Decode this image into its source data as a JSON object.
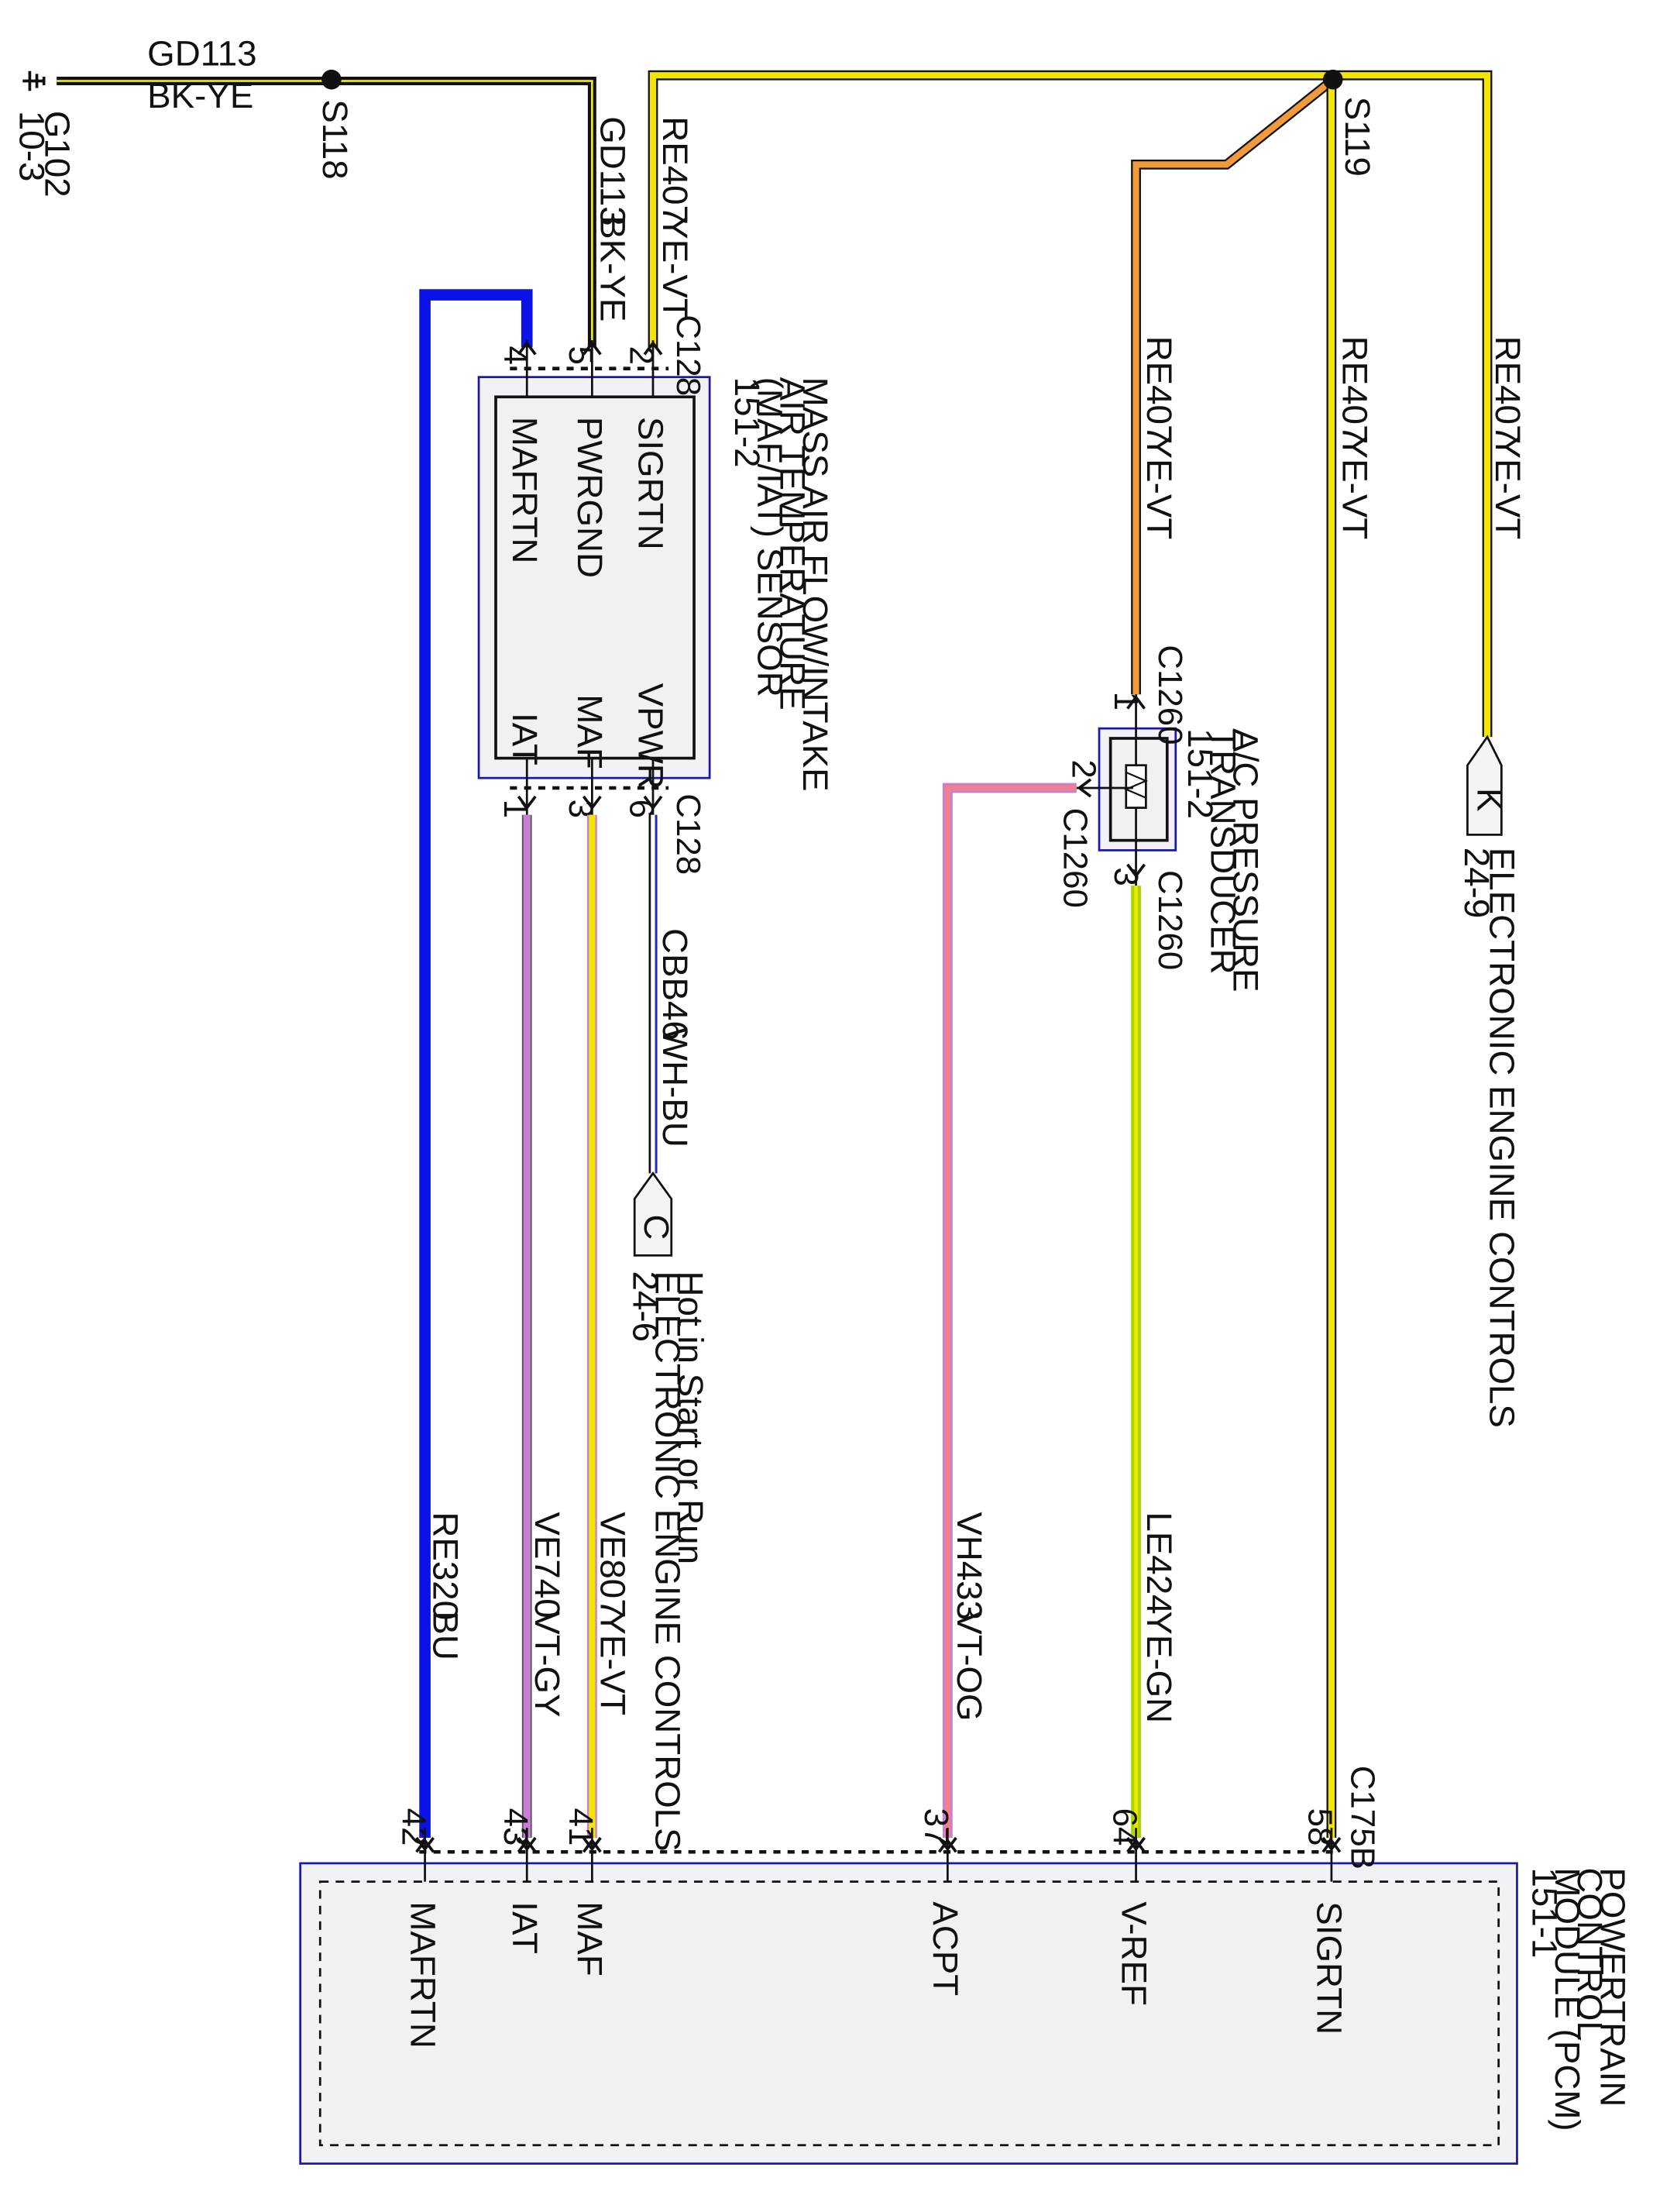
{
  "wires": {
    "gd113_top": {
      "circuit": "GD113",
      "color": "BK-YE"
    },
    "gd113_vert": {
      "circuit": "GD113",
      "color": "BK-YE"
    },
    "re407_a": {
      "circuit": "RE407",
      "color": "YE-VT"
    },
    "re407_b": {
      "circuit": "RE407",
      "color": "YE-VT"
    },
    "re407_c": {
      "circuit": "RE407",
      "color": "YE-VT"
    },
    "re407_d": {
      "circuit": "RE407",
      "color": "YE-VT"
    },
    "cbb46": {
      "circuit": "CBB46",
      "color": "WH-BU"
    },
    "re320": {
      "circuit": "RE320",
      "color": "BU"
    },
    "ve740": {
      "circuit": "VE740",
      "color": "VT-GY"
    },
    "ve807": {
      "circuit": "VE807",
      "color": "YE-VT"
    },
    "vh433": {
      "circuit": "VH433",
      "color": "VT-OG"
    },
    "le424": {
      "circuit": "LE424",
      "color": "YE-GN"
    }
  },
  "ground": {
    "id": "G102",
    "ref": "10-3"
  },
  "splices": {
    "s118": "S118",
    "s119": "S119"
  },
  "maf_sensor": {
    "name_line1": "MASS AIR FLOW/INTAKE",
    "name_line2": "AIR TEMPERATURE",
    "name_line3": "(MAF/IAT) SENSOR",
    "ref": "151-2",
    "connector_top": "C128",
    "connector_bottom": "C128",
    "pins_top": [
      "4",
      "5",
      "2"
    ],
    "pins_bottom": [
      "1",
      "3",
      "6"
    ],
    "labels_top": [
      "MAFRTN",
      "PWRGND",
      "SIGRTN"
    ],
    "labels_bottom": [
      "IAT",
      "MAF",
      "VPWR"
    ]
  },
  "ac_transducer": {
    "name_line1": "A/C PRESSURE",
    "name_line2": "TRANSDUCER",
    "ref": "151-2",
    "connector_1": "C1260",
    "connector_2": "C1260",
    "connector_3": "C1260",
    "pin_1": "1",
    "pin_2": "2",
    "pin_3": "3"
  },
  "ref_k": {
    "letter": "K",
    "ref": "24-9",
    "text": "ELECTRONIC ENGINE CONTROLS"
  },
  "ref_c": {
    "letter": "C",
    "ref": "24-6",
    "text1": "Hot in Start or Run",
    "text2": "ELECTRONIC ENGINE CONTROLS"
  },
  "pcm": {
    "name_line1": "POWERTRAIN",
    "name_line2": "CONTROL",
    "name_line3": "MODULE (PCM)",
    "ref": "151-1",
    "connector": "C175B",
    "pins": [
      "42",
      "43",
      "41",
      "37",
      "64",
      "58"
    ],
    "labels": [
      "MAFRTN",
      "IAT",
      "MAF",
      "ACPT",
      "V-REF",
      "SIGRTN"
    ]
  },
  "colors": {
    "yellow": "#f2e600",
    "violet": "#c77fd4",
    "blue": "#0a12e8",
    "green": "#a8d400",
    "pink": "#f08090",
    "orange": "#f09a3c",
    "black": "#111111"
  }
}
